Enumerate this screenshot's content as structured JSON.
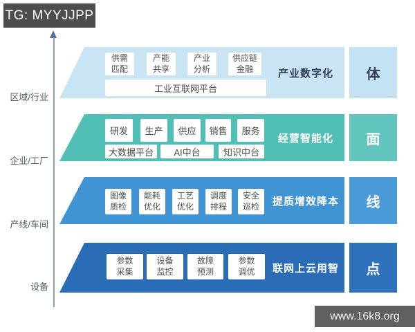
{
  "header": {
    "tag_label": "TG: MYYJJPP"
  },
  "watermark": {
    "label": "www.16k8.org"
  },
  "diagram": {
    "title_hint": "industrial-internet layered architecture",
    "layers": [
      {
        "level": "区域/行业",
        "band_color": "#c9e5f4",
        "block_color": "#c3e2f3",
        "apps": [
          "供需\n匹配",
          "产能\n共享",
          "产业\n分析",
          "供应链\n金融"
        ],
        "platforms": [
          "工业互联网平台"
        ],
        "result_label": "产业数字化",
        "dimension": "体"
      },
      {
        "level": "企业/工厂",
        "band_color": "#52bfb7",
        "block_color": "#62c6bf",
        "apps": [
          "研发",
          "生产",
          "供应",
          "销售",
          "服务"
        ],
        "platforms": [
          "大数据平台",
          "AI中台",
          "知识中台"
        ],
        "result_label": "经营智能化",
        "dimension": "面"
      },
      {
        "level": "产线/车间",
        "band_color": "#4094d4",
        "block_color": "#4a9bd8",
        "apps": [
          "图像\n质检",
          "能耗\n优化",
          "工艺\n优化",
          "调度\n排程",
          "安全\n巡检"
        ],
        "platforms": [],
        "result_label": "提质增效降本",
        "dimension": "线"
      },
      {
        "level": "设备",
        "band_color": "#2a6cb6",
        "block_color": "#2f72bc",
        "apps": [
          "参数\n采集",
          "设备\n监控",
          "故障\n预测",
          "参数\n调优"
        ],
        "platforms": [],
        "result_label": "联网上云用智",
        "dimension": "点"
      }
    ]
  },
  "colors": {
    "header_bg": "#4d4d4d",
    "watermark_bg": "#606060",
    "axis_line": "#8fa2b8",
    "axis_arrow": "#4a6da8",
    "box_bg": "#ffffff",
    "box_text": "#4c4c4c",
    "dark_label_text": "#32405a"
  }
}
